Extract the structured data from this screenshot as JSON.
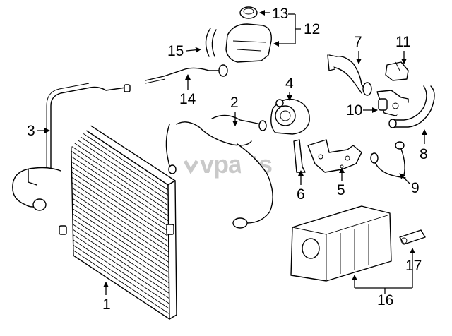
{
  "diagram": {
    "watermark": "vparts",
    "callouts": [
      "1",
      "2",
      "3",
      "4",
      "5",
      "6",
      "7",
      "8",
      "9",
      "10",
      "11",
      "12",
      "13",
      "14",
      "15",
      "16",
      "17"
    ]
  }
}
